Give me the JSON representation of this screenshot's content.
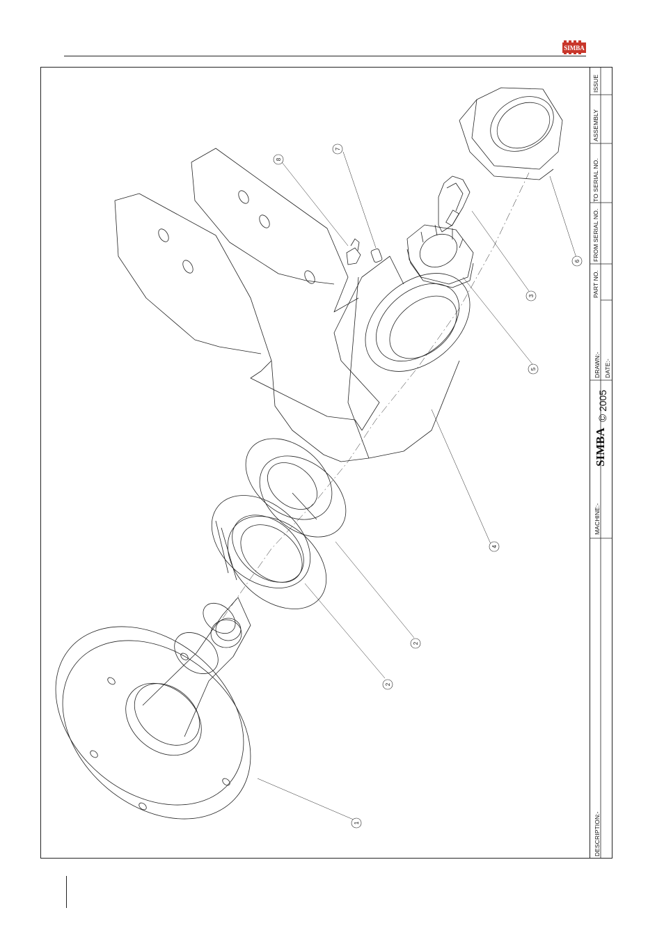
{
  "brand": {
    "logo_text": "SIMBA",
    "logo_color": "#c8362a"
  },
  "title_block": {
    "description_label": "DESCRIPTION:-",
    "machine_label": "MACHINE:-",
    "company_logo": "SIMBA",
    "copyright_symbol": "©",
    "copyright_year": "2005",
    "drawn_label": "DRAWN:-",
    "date_label": "DATE:-",
    "part_no_label": "PART NO.",
    "from_serial_label": "FROM SERIAL NO.",
    "to_serial_label": "TO SERIAL NO.",
    "assembly_label": "ASSEMBLY",
    "issue_label": "ISSUE"
  },
  "callouts": [
    {
      "id": "callout-1",
      "label": "1"
    },
    {
      "id": "callout-2a",
      "label": "2"
    },
    {
      "id": "callout-2b",
      "label": "2"
    },
    {
      "id": "callout-4",
      "label": "4"
    },
    {
      "id": "callout-5",
      "label": "5"
    },
    {
      "id": "callout-3",
      "label": "3"
    },
    {
      "id": "callout-6",
      "label": "6"
    },
    {
      "id": "callout-7",
      "label": "7"
    },
    {
      "id": "callout-8",
      "label": "8"
    }
  ]
}
